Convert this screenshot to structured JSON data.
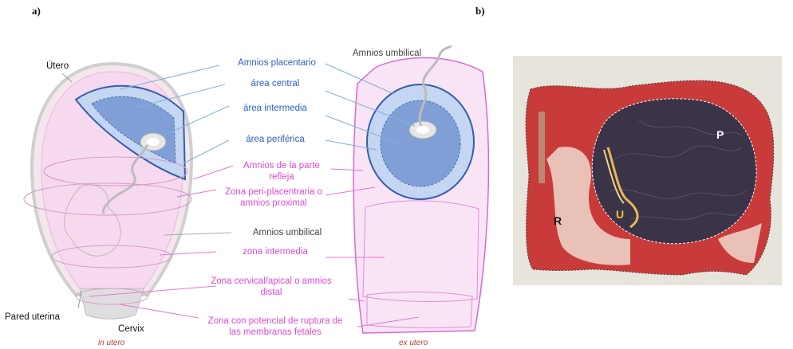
{
  "panels": {
    "a": "a)",
    "b": "b)"
  },
  "left_diagram": {
    "utero_label": "Útero",
    "pared_uterina": "Pared uterina",
    "cervix": "Cervix",
    "in_utero": "in utero"
  },
  "blue_labels": {
    "amnios_placentario": "Amnios placentario",
    "area_central": "área central",
    "area_intermedia": "área intermedia",
    "area_periferica": "área periférica"
  },
  "pink_labels": {
    "amnios_refleja_1": "Amnios de la parte",
    "amnios_refleja_2": "refleja",
    "peri_placentaria_1": "Zona peri-placentraria o",
    "peri_placentaria_2": "amnios proximal",
    "zona_intermedia": "zona intermedia",
    "cervical_1": "Zona cervical/apical o amnios",
    "cervical_2": "distal",
    "ruptura_1": "Zona con potencial de ruptura de",
    "ruptura_2": "las membranas fetales"
  },
  "gray_labels": {
    "amnios_umbilical_center": "Amnios umbilical",
    "amnios_umbilical_top": "Amnios umbilical"
  },
  "right_diagram": {
    "ex_utero": "ex utero"
  },
  "photo": {
    "label_p": "P",
    "label_r": "R",
    "label_u": "U"
  }
}
